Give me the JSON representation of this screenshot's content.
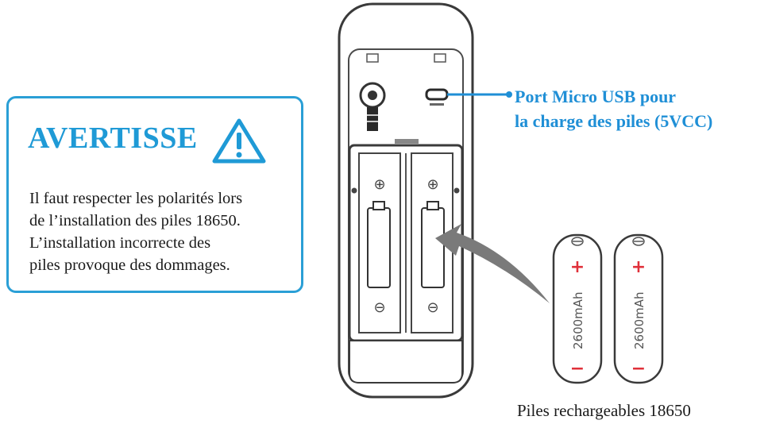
{
  "warning": {
    "title": "AVERTISSE",
    "icon": "warning-triangle-icon",
    "lines": [
      "Il faut respecter les polarités lors",
      "de l’installation des piles 18650.",
      "L’installation incorrecte des",
      "piles provoque des dommages."
    ]
  },
  "usb_port": {
    "line1": "Port Micro USB pour",
    "line2": "la charge des piles (5VCC)"
  },
  "device": {
    "compartment_plus": "⊕",
    "compartment_minus": "⊖"
  },
  "batteries": {
    "caption": "Piles rechargeables 18650",
    "capacity": "2600mAh",
    "plus": "+",
    "minus": "−"
  },
  "colors": {
    "accent_blue": "#1f9ad6",
    "polarity_red": "#e0303a"
  }
}
